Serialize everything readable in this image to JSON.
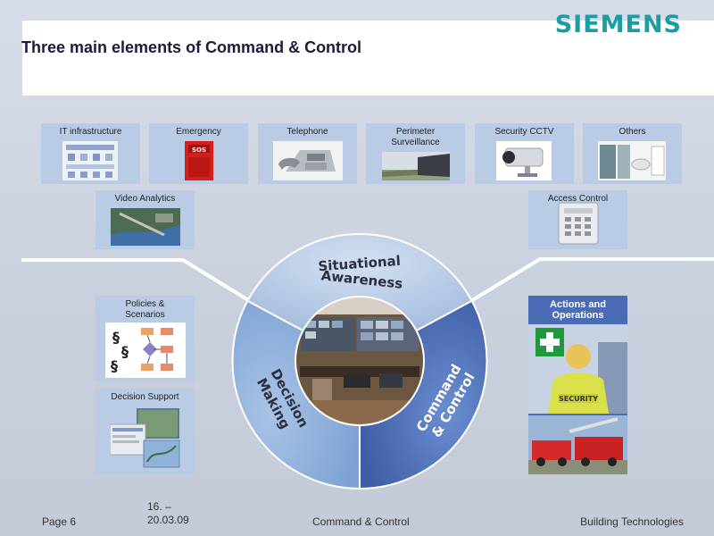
{
  "header": {
    "title": "Three main elements of Command & Control",
    "logo": "SIEMENS"
  },
  "tiles": {
    "it": "IT infrastructure",
    "emergency": "Emergency",
    "emergency_sign": "SOS",
    "telephone": "Telephone",
    "perimeter": "Perimeter\nSurveillance",
    "cctv": "Security CCTV",
    "others": "Others",
    "video": "Video Analytics",
    "access": "Access Control",
    "policies": "Policies &\nScenarios",
    "decision_support": "Decision Support",
    "actions": "Actions and\nOperations",
    "security_vest": "SECURITY"
  },
  "circle": {
    "situational": [
      "Situational",
      "Awareness"
    ],
    "decision": [
      "Decision",
      "Making"
    ],
    "command": [
      "Command",
      "& Control"
    ]
  },
  "footer": {
    "page": "Page 6",
    "date": "16. –\n20.03.09",
    "center": "Command & Control",
    "right": "Building Technologies"
  },
  "colors": {
    "tile": "#b9cbe5",
    "ring_light": "#b7c9e3",
    "ring_mid": "#8db0da",
    "ring_dark": "#4f6fb5",
    "brand": "#1a9ea3"
  }
}
